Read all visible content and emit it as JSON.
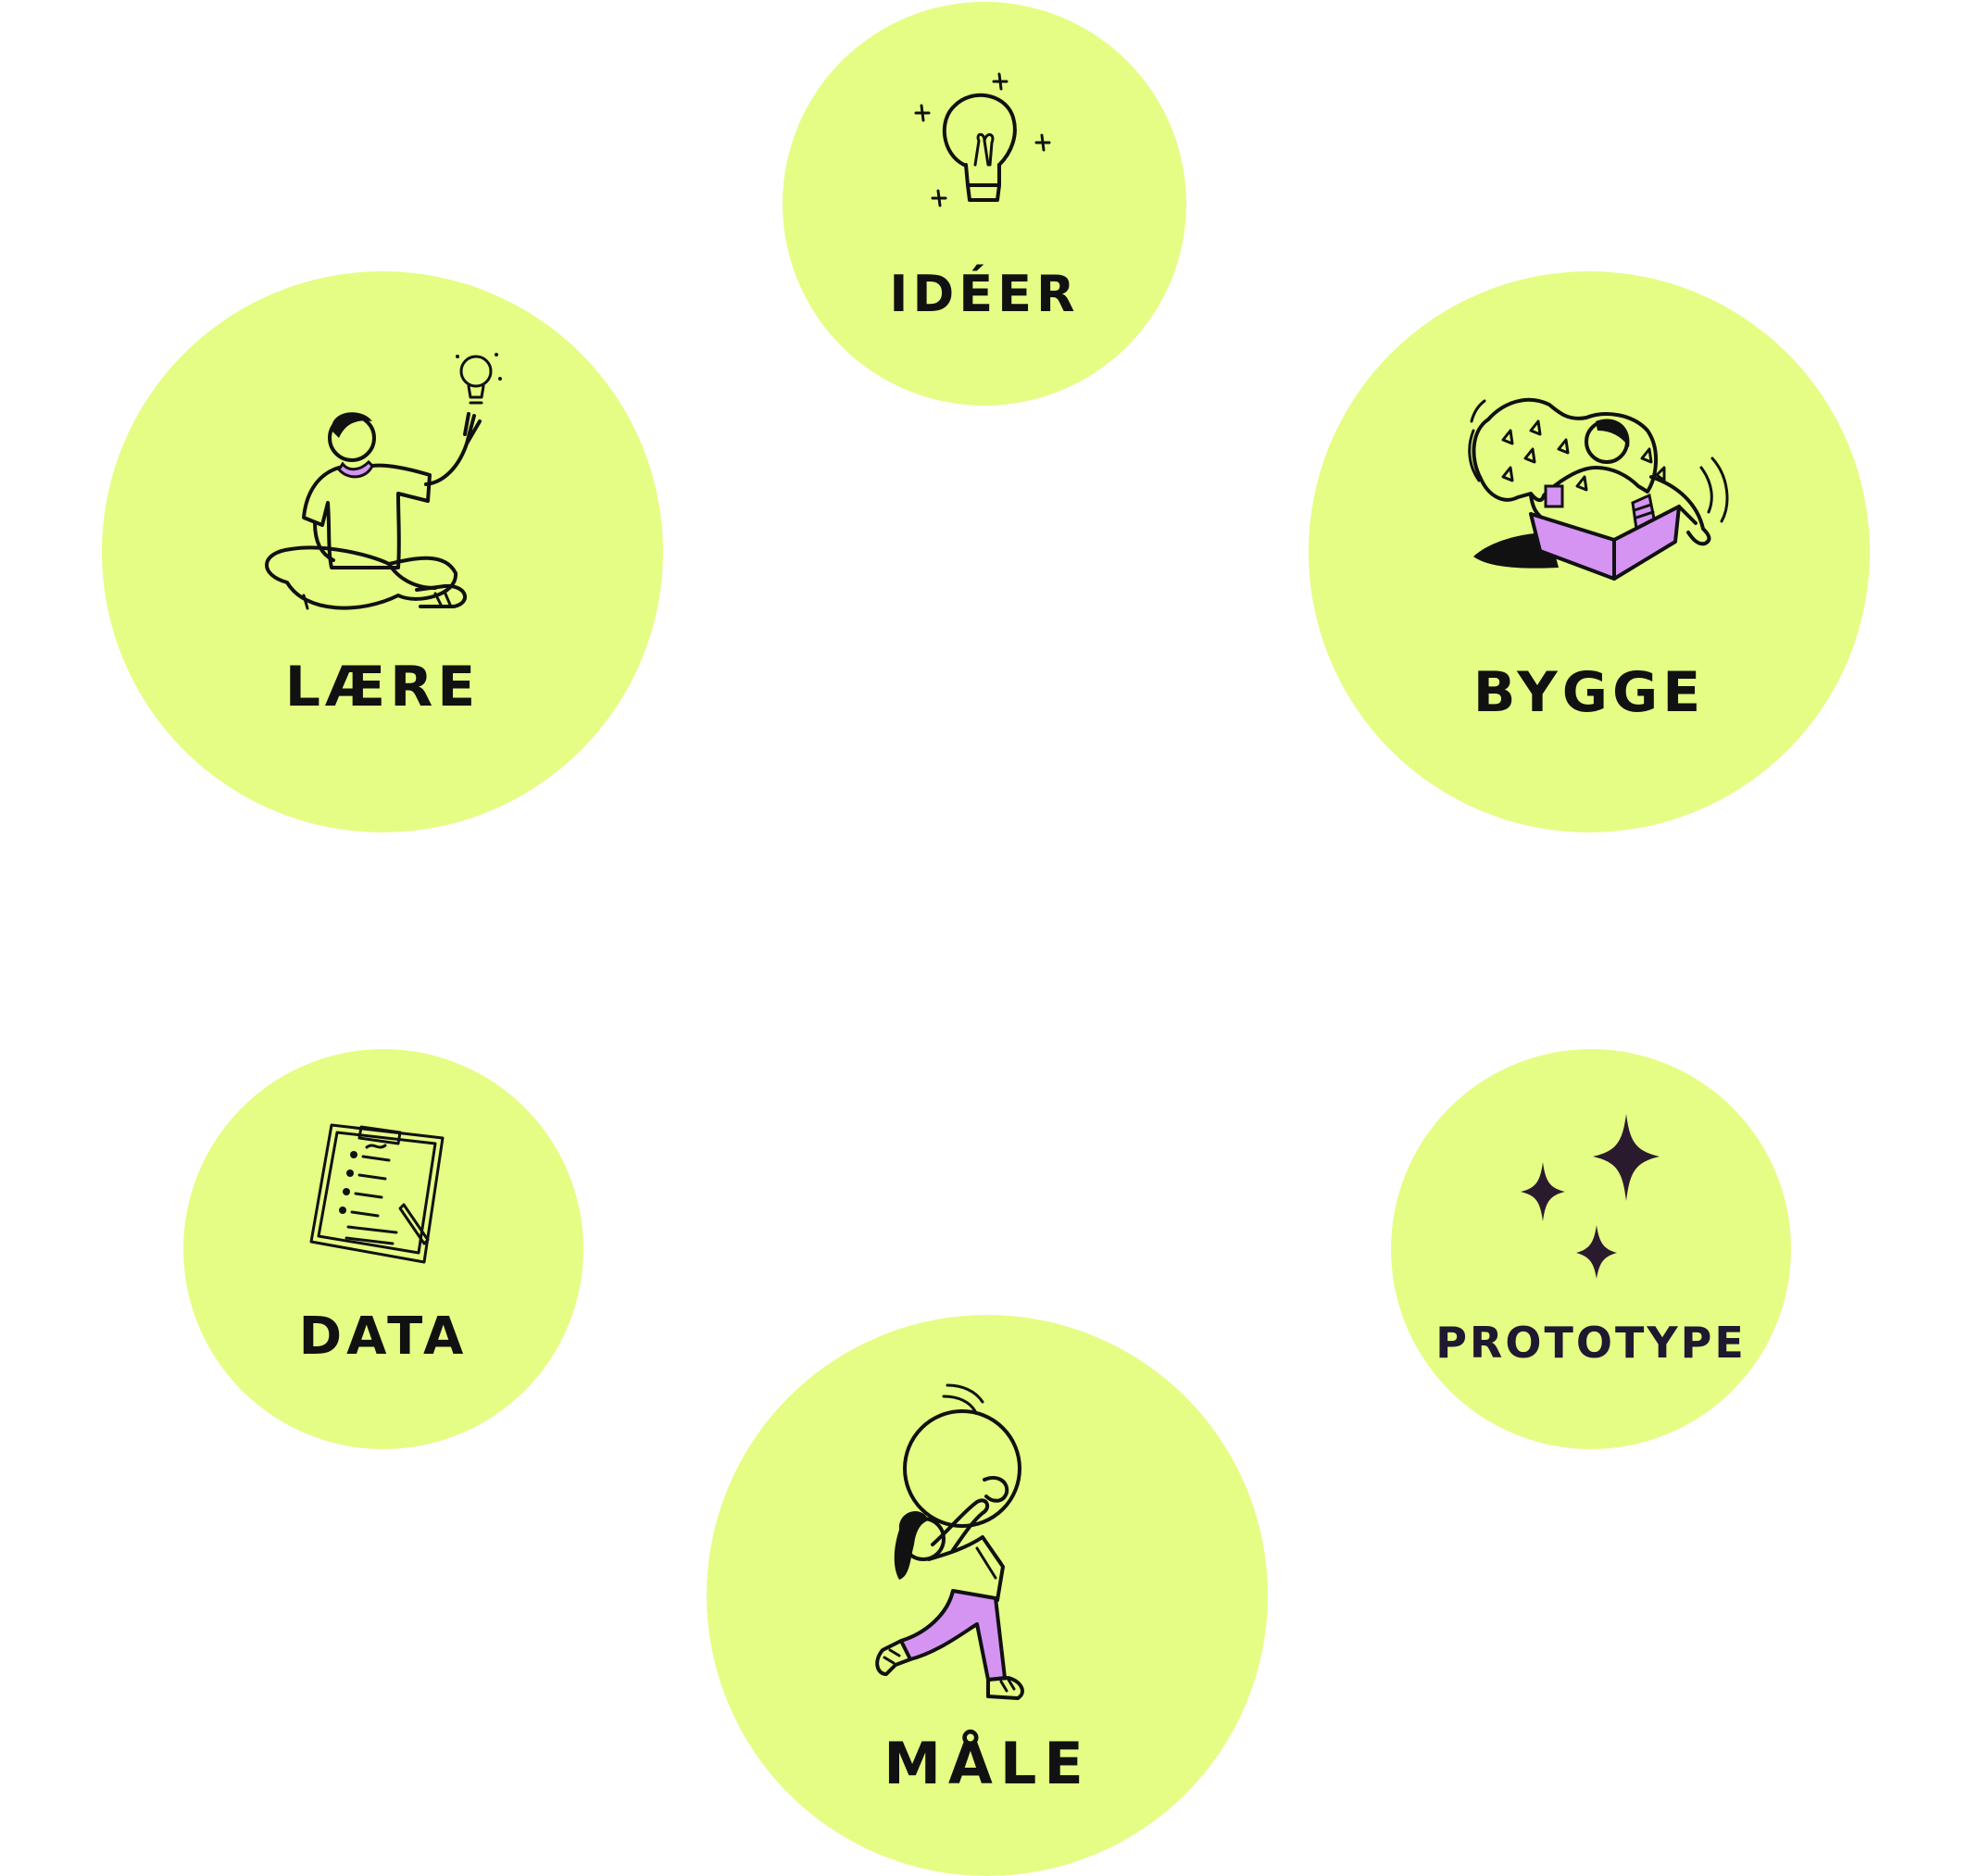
{
  "colors": {
    "circle_fill": "#e5fd84",
    "ink": "#111111",
    "accent": "#d594f2",
    "background": "#ffffff"
  },
  "nodes": {
    "ideer": {
      "label": "IDÉER",
      "icon": "lightbulb-icon"
    },
    "laere": {
      "label": "LÆRE",
      "icon": "person-idea-illustration"
    },
    "bygge": {
      "label": "BYGGE",
      "icon": "person-box-illustration"
    },
    "data": {
      "label": "DATA",
      "icon": "clipboard-icon"
    },
    "prototype": {
      "label": "PROTOTYPE",
      "icon": "sparkles-icon"
    },
    "male": {
      "label": "MÅLE",
      "icon": "person-carrying-illustration"
    }
  }
}
